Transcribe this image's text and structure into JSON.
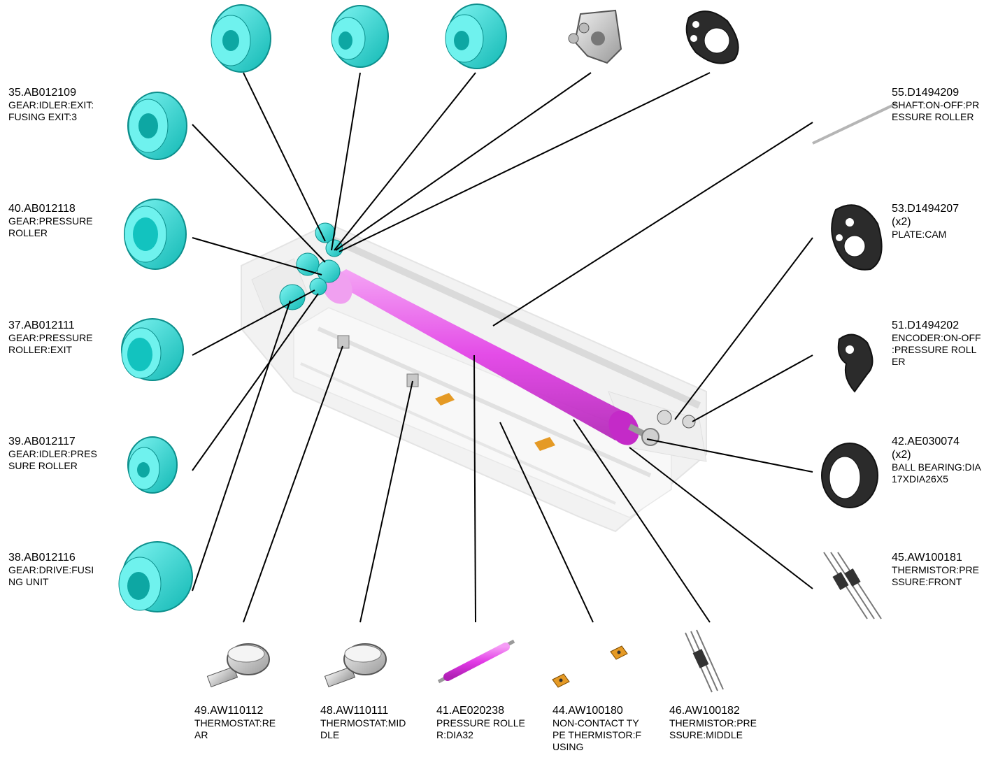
{
  "parts": [
    {
      "id": "p35",
      "number": "35.AB012109",
      "desc": "GEAR:IDLER:EXIT:\nFUSING EXIT:3"
    },
    {
      "id": "p40",
      "number": "40.AB012118",
      "desc": "GEAR:PRESSURE\nROLLER"
    },
    {
      "id": "p37",
      "number": "37.AB012111",
      "desc": "GEAR:PRESSURE\nROLLER:EXIT"
    },
    {
      "id": "p39",
      "number": "39.AB012117",
      "desc": "GEAR:IDLER:PRES\nSURE ROLLER"
    },
    {
      "id": "p38",
      "number": "38.AB012116",
      "desc": "GEAR:DRIVE:FUSI\nNG UNIT"
    },
    {
      "id": "p55",
      "number": "55.D1494209",
      "desc": "SHAFT:ON-OFF:PR\nESSURE ROLLER"
    },
    {
      "id": "p53",
      "number": "53.D1494207\n(x2)",
      "desc": "PLATE:CAM"
    },
    {
      "id": "p51",
      "number": "51.D1494202",
      "desc": "ENCODER:ON-OFF\n:PRESSURE ROLL\nER"
    },
    {
      "id": "p42",
      "number": "42.AE030074\n(x2)",
      "desc": "BALL BEARING:DIA\n17XDIA26X5"
    },
    {
      "id": "p45",
      "number": "45.AW100181",
      "desc": "THERMISTOR:PRE\nSSURE:FRONT"
    },
    {
      "id": "p49",
      "number": "49.AW110112",
      "desc": "THERMOSTAT:RE\nAR"
    },
    {
      "id": "p48",
      "number": "48.AW110111",
      "desc": "THERMOSTAT:MID\nDLE"
    },
    {
      "id": "p41",
      "number": "41.AE020238",
      "desc": "PRESSURE ROLLE\nR:DIA32"
    },
    {
      "id": "p44",
      "number": "44.AW100180",
      "desc": "NON-CONTACT TY\nPE THERMISTOR:F\nUSING"
    },
    {
      "id": "p46",
      "number": "46.AW100182",
      "desc": "THERMISTOR:PRE\nSSURE:MIDDLE"
    }
  ],
  "colors": {
    "gear": "#2ee6e0",
    "gear_dark": "#16a9a6",
    "roller": "#e23ae6",
    "black_part": "#2b2b2b",
    "assembly": "#dcdcdc",
    "leader": "#000000"
  }
}
